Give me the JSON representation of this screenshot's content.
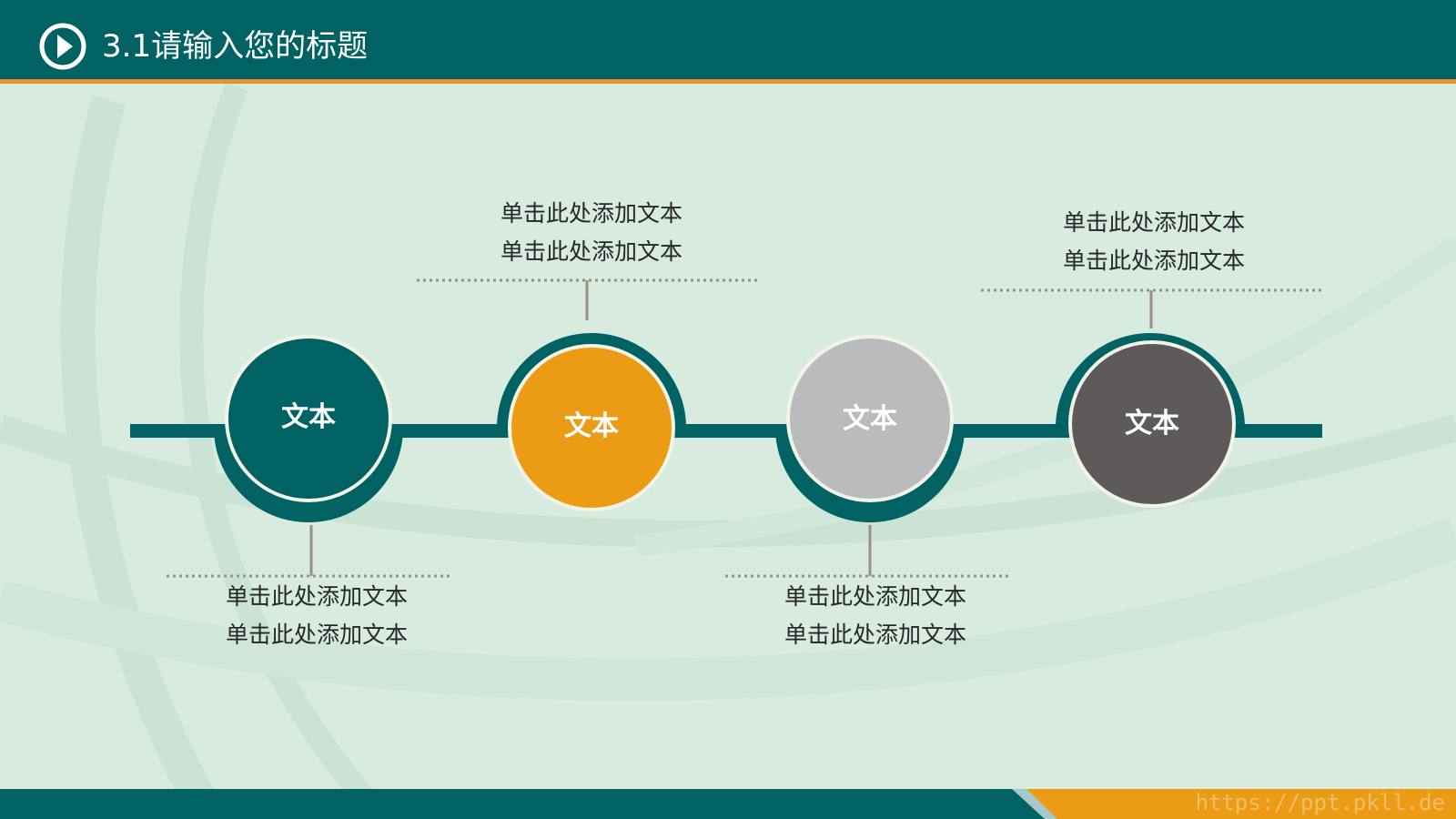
{
  "header": {
    "title": "3.1请输入您的标题",
    "play_icon": "play-circle-icon"
  },
  "colors": {
    "header_bg": "#006262",
    "accent_orange": "#ec9c14",
    "header_rule": "#e8922a",
    "background": "#d7ebdf",
    "node_teal": "#006262",
    "node_orange": "#ec9c14",
    "node_gray": "#b9bbbd",
    "node_dark": "#5f5a5a"
  },
  "timeline": {
    "nodes": [
      {
        "label": "文本",
        "color": "#006262"
      },
      {
        "label": "文本",
        "color": "#ec9c14"
      },
      {
        "label": "文本",
        "color": "#b9bbbd"
      },
      {
        "label": "文本",
        "color": "#5f5a5a"
      }
    ],
    "descriptions": [
      {
        "line1": "单击此处添加文本",
        "line2": "单击此处添加文本"
      },
      {
        "line1": "单击此处添加文本",
        "line2": "单击此处添加文本"
      },
      {
        "line1": "单击此处添加文本",
        "line2": "单击此处添加文本"
      },
      {
        "line1": "单击此处添加文本",
        "line2": "单击此处添加文本"
      }
    ]
  },
  "footer": {
    "watermark": "https://ppt.pkll.de"
  }
}
